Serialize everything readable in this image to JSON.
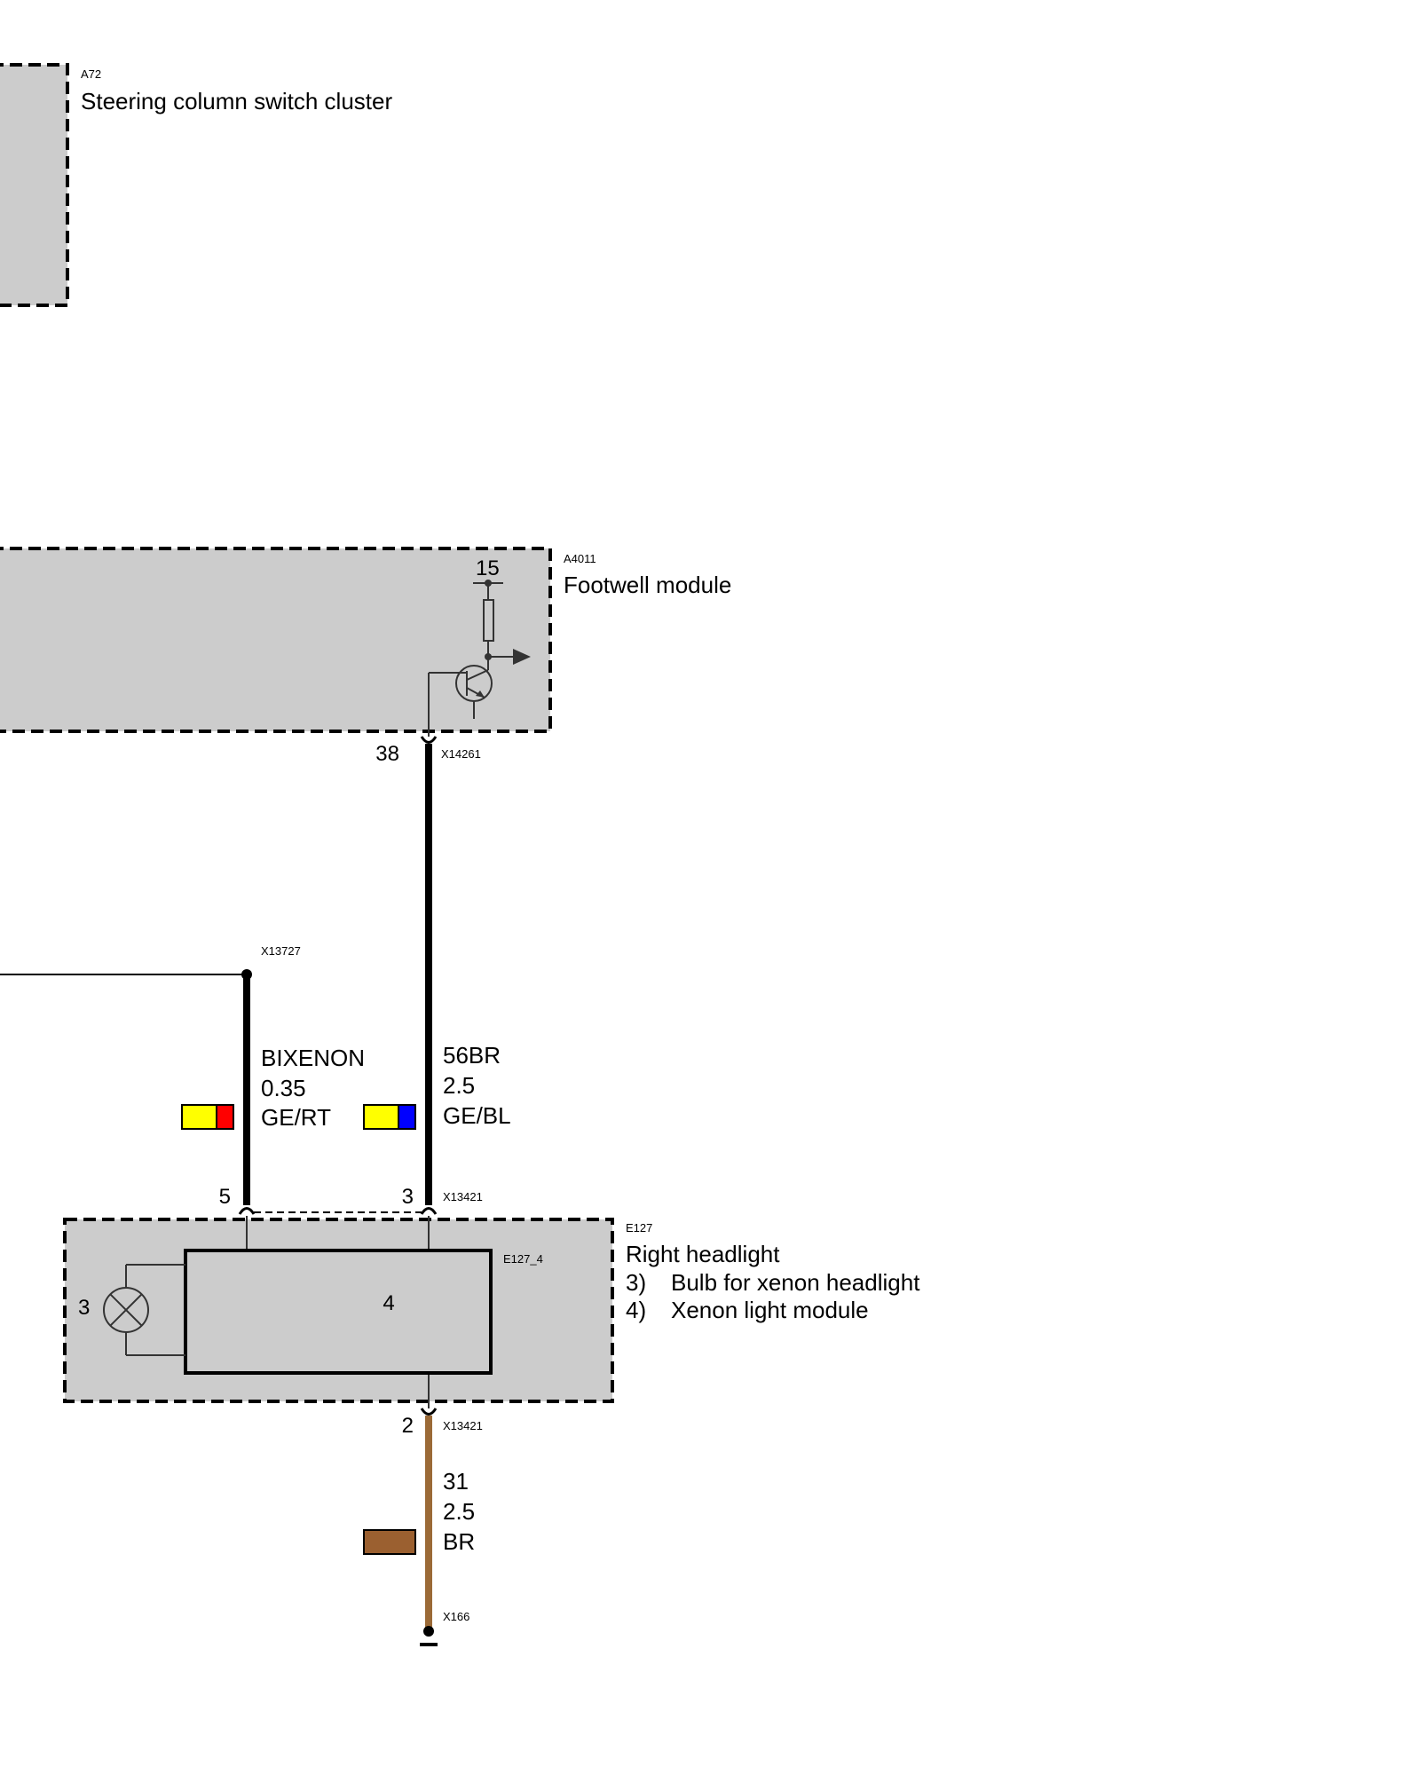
{
  "colors": {
    "module_fill": "#cccccc",
    "wire_black": "#000000",
    "wire_brown": "#9b6a37",
    "swatch_yellow": "#ffff00",
    "swatch_red": "#ff0000",
    "swatch_blue": "#0000ff",
    "swatch_brown": "#9b6030"
  },
  "components": {
    "a72": {
      "id": "A72",
      "name": "Steering column switch cluster"
    },
    "a4011": {
      "id": "A4011",
      "name": "Footwell module",
      "supply_terminal": "15"
    },
    "e127": {
      "id": "E127",
      "name": "Right headlight",
      "sub_ref": "E127_4",
      "lamp_number": "3",
      "module_number": "4",
      "legend": [
        {
          "num": "3)",
          "text": "Bulb for xenon headlight"
        },
        {
          "num": "4)",
          "text": "Xenon light module"
        }
      ]
    }
  },
  "connectors": {
    "x14261": {
      "id": "X14261",
      "pin": "38"
    },
    "x13727": {
      "id": "X13727"
    },
    "x13421_top": {
      "id": "X13421",
      "pins": [
        "5",
        "3"
      ]
    },
    "x13421_bottom": {
      "id": "X13421",
      "pin": "2"
    },
    "x166": {
      "id": "X166"
    }
  },
  "wires": [
    {
      "name": "BIXENON",
      "gauge": "0.35",
      "color_code": "GE/RT",
      "colors": [
        "yellow",
        "red"
      ]
    },
    {
      "name": "56BR",
      "gauge": "2.5",
      "color_code": "GE/BL",
      "colors": [
        "yellow",
        "blue"
      ]
    },
    {
      "name": "31",
      "gauge": "2.5",
      "color_code": "BR",
      "colors": [
        "brown"
      ]
    }
  ]
}
